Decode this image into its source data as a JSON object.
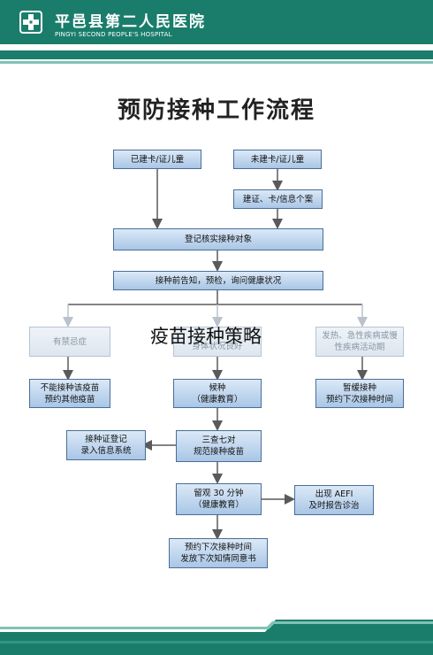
{
  "header": {
    "hospital_name_cn": "平邑县第二人民医院",
    "hospital_name_en": "PINGYI SECOND PEOPLE'S HOSPITAL",
    "brand_color": "#1a7d6b"
  },
  "title": "预防接种工作流程",
  "boxes": {
    "carded": "已建卡/证儿童",
    "uncarded": "未建卡/证儿童",
    "create_record": "建证、卡/信息个案",
    "verify": "登记核实接种对象",
    "pre_notice": "接种前告知，预检，询问健康状况",
    "contraindication": "有禁忌症",
    "healthy": "身体状况良好",
    "fever": "发热、急性疾病或慢\n性疾病活动期",
    "cannot_vaccinate": "不能接种该疫苗\n预约其他疫苗",
    "waiting": "候种\n（健康教育）",
    "postpone": "暂缓接种\n预约下次接种时间",
    "register_cert": "接种证登记\n录入信息系统",
    "three_checks": "三查七对\n规范接种疫苗",
    "observe": "留观 30 分钟\n（健康教育）",
    "aefi": "出现 AEFI\n及时报告诊治",
    "next_appointment": "预约下次接种时间\n发放下次知情同意书"
  },
  "overlay_caption": "疫苗接种策略"
}
